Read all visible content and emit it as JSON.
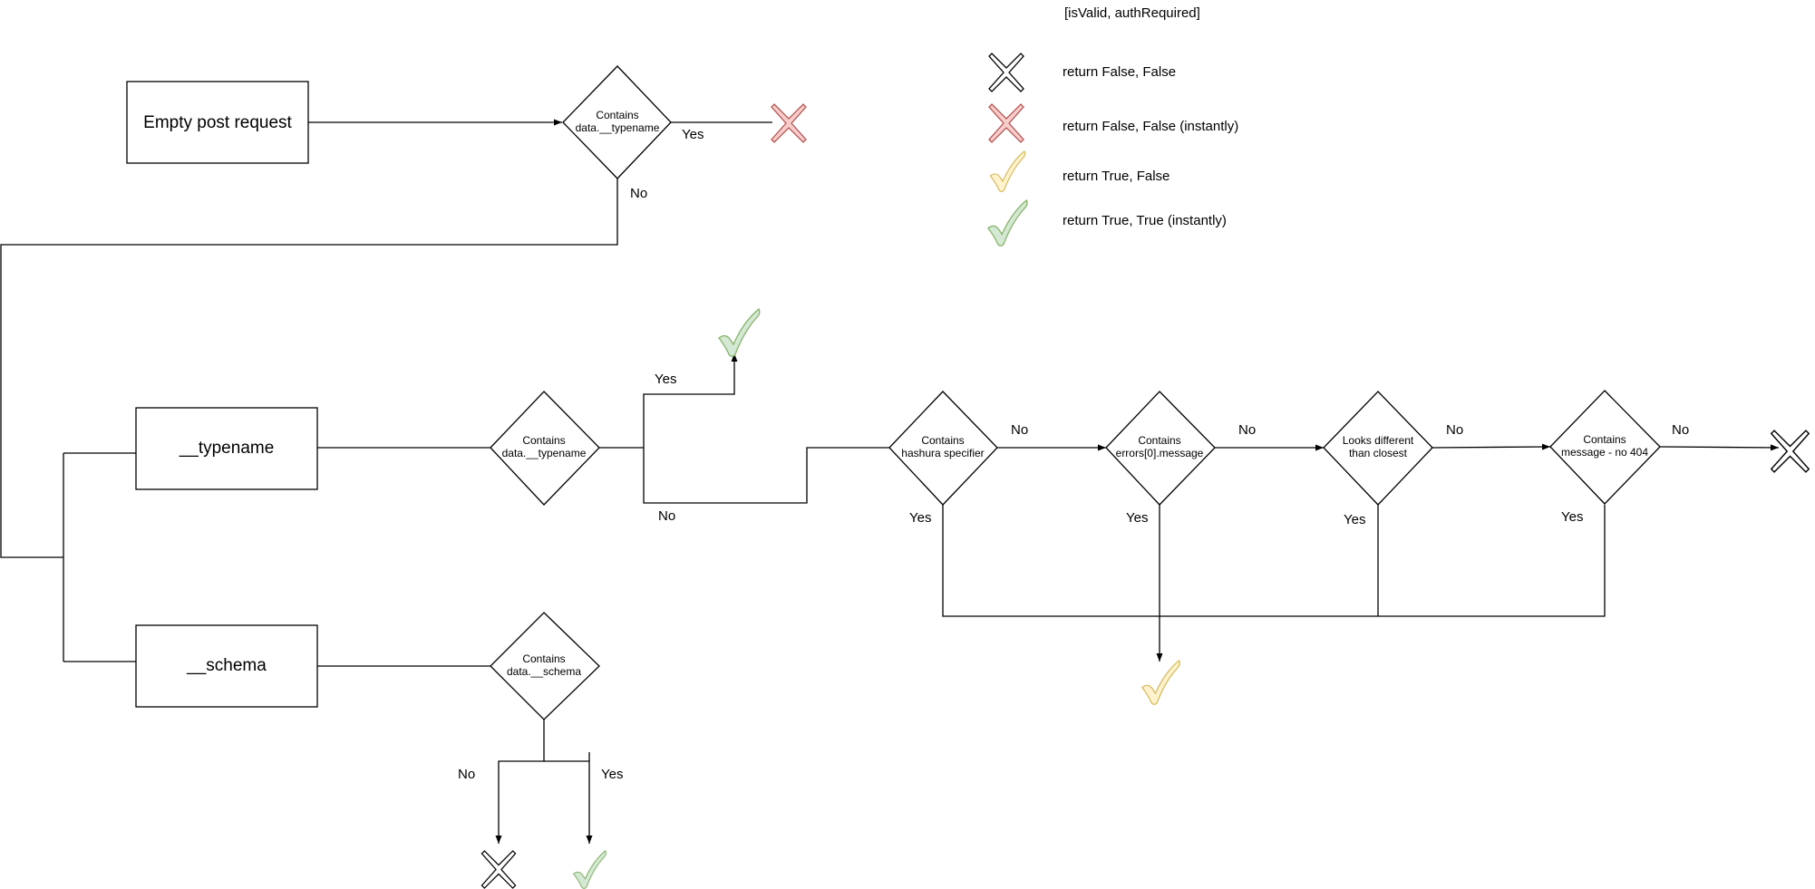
{
  "legend": {
    "heading": "[isValid, authRequired]",
    "items": [
      {
        "icon": "cross-outline-icon",
        "text": "return False, False"
      },
      {
        "icon": "cross-red-icon",
        "text": "return False, False (instantly)"
      },
      {
        "icon": "check-yellow-icon",
        "text": "return True, False"
      },
      {
        "icon": "check-green-icon",
        "text": "return True, True (instantly)"
      }
    ]
  },
  "colors": {
    "red_fill": "#f8cecc",
    "red_stroke": "#b85450",
    "yellow_fill": "#fff2cc",
    "yellow_stroke": "#d6b656",
    "green_fill": "#d5e8d4",
    "green_stroke": "#82b366",
    "line": "#000000"
  },
  "nodes": {
    "empty_post": "Empty post request",
    "typename_box": "__typename",
    "schema_box": "__schema",
    "d_top": [
      "Contains",
      "data.__typename"
    ],
    "d_typename": [
      "Contains",
      "data.__typename"
    ],
    "d_schema": [
      "Contains",
      "data.__schema"
    ],
    "d_hashura": [
      "Contains",
      "hashura specifier"
    ],
    "d_errors": [
      "Contains",
      "errors[0].message"
    ],
    "d_different": [
      "Looks different",
      "than closest"
    ],
    "d_message": [
      "Contains",
      "message - no 404"
    ]
  },
  "edge_labels": {
    "top_yes": "Yes",
    "top_no": "No",
    "typename_yes": "Yes",
    "typename_no": "No",
    "hashura_no": "No",
    "hashura_yes": "Yes",
    "errors_no": "No",
    "errors_yes": "Yes",
    "different_no": "No",
    "different_yes": "Yes",
    "message_no": "No",
    "message_yes": "Yes",
    "schema_no": "No",
    "schema_yes": "Yes"
  }
}
